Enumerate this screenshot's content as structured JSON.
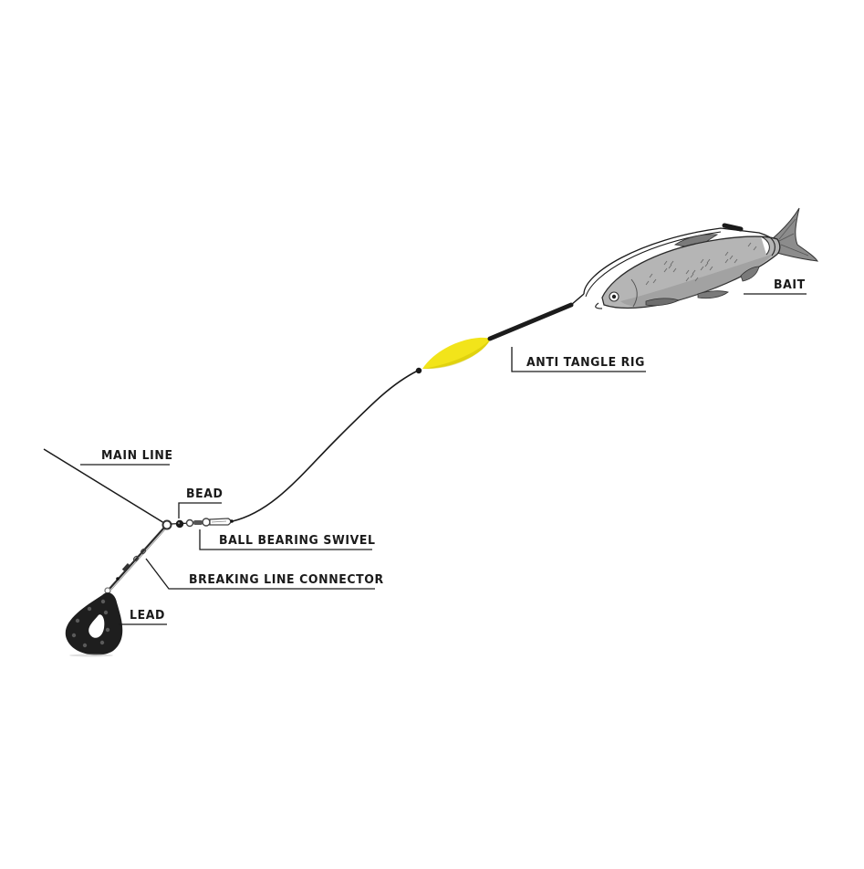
{
  "diagram": {
    "type": "fishing-rig-illustration",
    "background": "#ffffff",
    "colors": {
      "line": "#1a1a1a",
      "float": "#f2e41a",
      "float_shade": "#c9bd00",
      "tube": "#1c1c1c",
      "fish_body": "#b5b5b5",
      "fish_dark": "#6e6e6e",
      "lead": "#1e1e1e",
      "lead_dots": "#555555"
    },
    "labels": {
      "bait": "BAIT",
      "anti_tangle_rig": "ANTI TANGLE RIG",
      "main_line": "MAIN LINE",
      "bead": "BEAD",
      "ball_bearing_swivel": "BALL BEARING SWIVEL",
      "breaking_line_connector": "BREAKING LINE CONNECTOR",
      "lead": "LEAD"
    },
    "components": [
      {
        "id": "bait",
        "label": "BAIT",
        "depicts": "fish-bait"
      },
      {
        "id": "anti_tangle_rig",
        "label": "ANTI TANGLE RIG",
        "depicts": "yellow float with black tube"
      },
      {
        "id": "main_line",
        "label": "MAIN LINE",
        "depicts": "fishing line"
      },
      {
        "id": "bead",
        "label": "BEAD",
        "depicts": "black bead"
      },
      {
        "id": "ball_bearing_swivel",
        "label": "BALL BEARING SWIVEL",
        "depicts": "swivel"
      },
      {
        "id": "breaking_line_connector",
        "label": "BREAKING LINE CONNECTOR",
        "depicts": "connector"
      },
      {
        "id": "lead",
        "label": "LEAD",
        "depicts": "teardrop lead weight"
      }
    ]
  }
}
